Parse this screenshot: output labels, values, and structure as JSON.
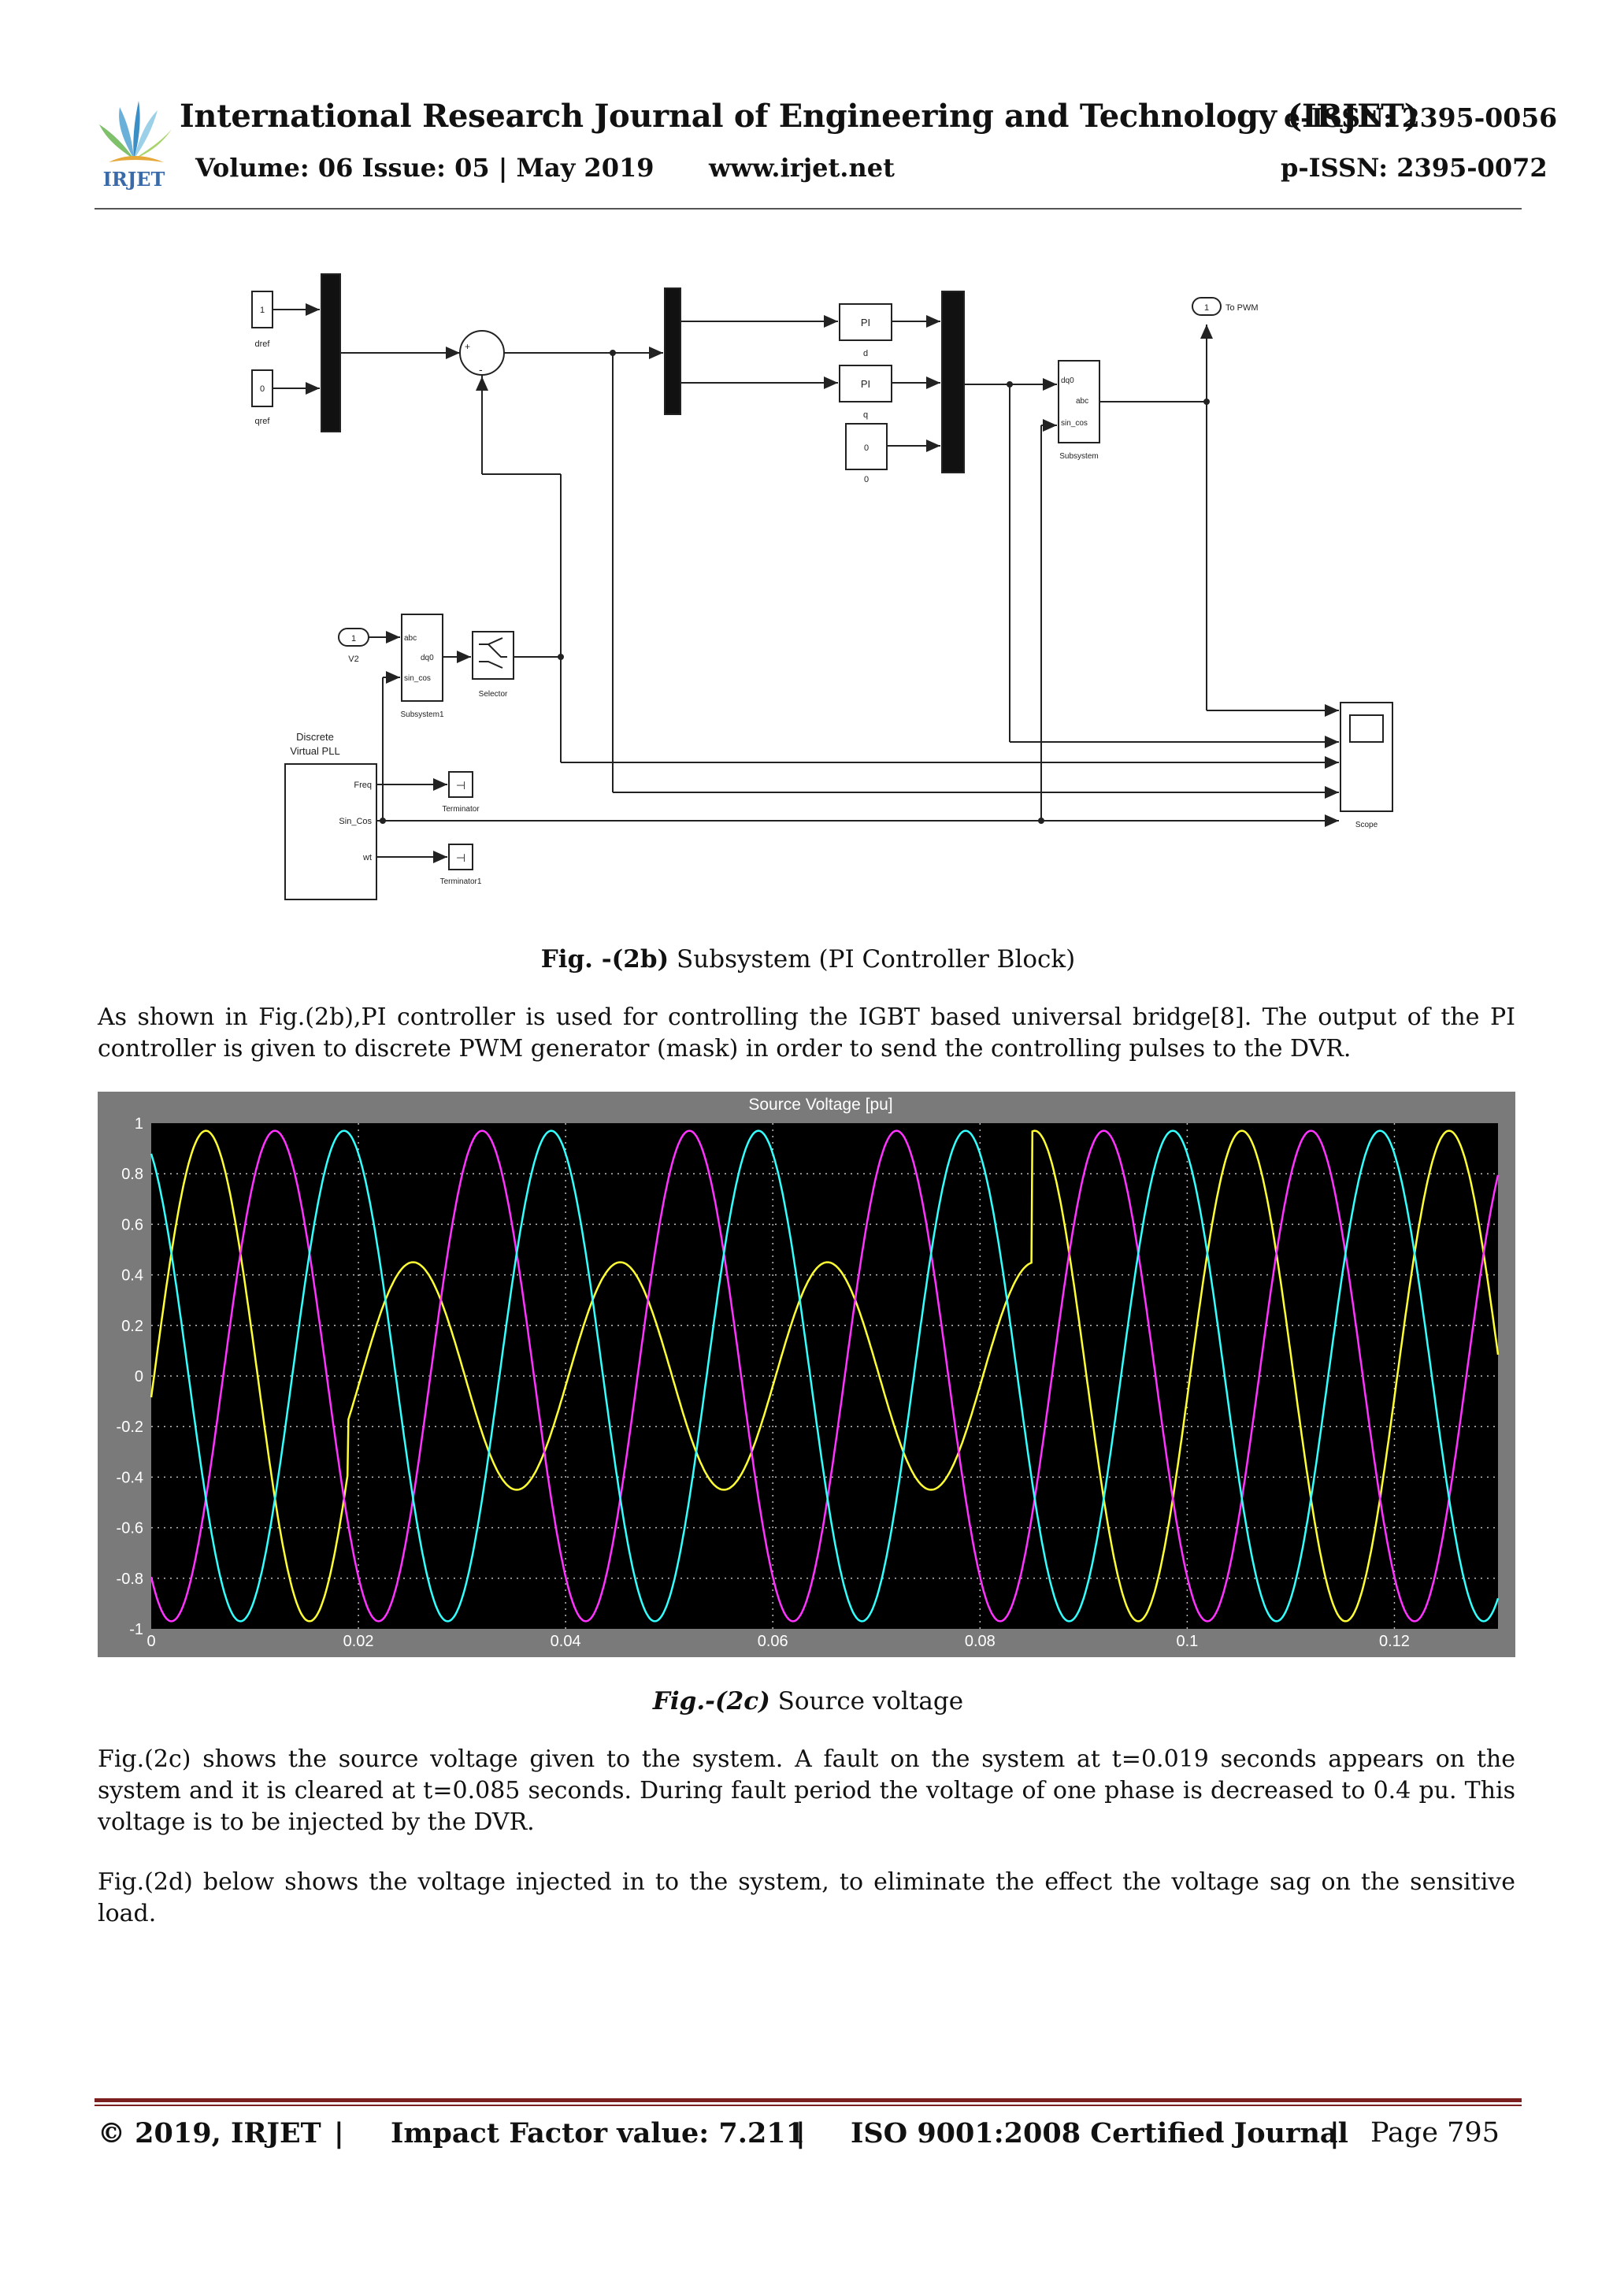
{
  "header": {
    "logo_text": "IRJET",
    "journal_title": "International Research Journal of Engineering and Technology (IRJET)",
    "e_issn": "e-ISSN: 2395-0056",
    "volume": "Volume: 06 Issue: 05 | May 2019",
    "website": "www.irjet.net",
    "p_issn": "p-ISSN: 2395-0072"
  },
  "diagram": {
    "dref_value": "1",
    "dref_label": "dref",
    "qref_value": "0",
    "qref_label": "qref",
    "pi_label": "PI",
    "d_label": "d",
    "q_label": "q",
    "zero_value": "0",
    "zero_label": "0",
    "out_port_num": "1",
    "out_port_label": "To PWM",
    "subsystem_in1": "dq0",
    "subsystem_in2": "sin_cos",
    "subsystem_out": "abc",
    "subsystem_label": "Subsystem",
    "v2_port_num": "1",
    "v2_label": "V2",
    "subsystem1_in1": "abc",
    "subsystem1_in2": "sin_cos",
    "subsystem1_out": "dq0",
    "subsystem1_label": "Subsystem1",
    "selector_label": "Selector",
    "pll_title_1": "Discrete",
    "pll_title_2": "Virtual PLL",
    "pll_freq": "Freq",
    "pll_sincos": "Sin_Cos",
    "pll_wt": "wt",
    "terminator_label": "Terminator",
    "terminator1_label": "Terminator1",
    "scope_label": "Scope",
    "sum_plus": "+",
    "sum_minus": "-"
  },
  "fig2b_caption": {
    "bold": "Fig. -(2b)",
    "text": " Subsystem (PI Controller Block)"
  },
  "para1": "As shown in Fig.(2b),PI controller is used for controlling the IGBT based universal bridge[8]. The output of the PI controller is given to discrete PWM generator (mask) in order to send the controlling pulses to the DVR.",
  "chart_data": {
    "type": "line",
    "title": "Source Voltage [pu]",
    "xlabel": "",
    "ylabel": "",
    "xlim": [
      0,
      0.13
    ],
    "ylim": [
      -1,
      1
    ],
    "x_ticks": [
      "0",
      "0.02",
      "0.04",
      "0.06",
      "0.08",
      "0.1",
      "0.12"
    ],
    "y_ticks": [
      "1",
      "0.8",
      "0.6",
      "0.4",
      "0.2",
      "0",
      "-0.2",
      "-0.4",
      "-0.6",
      "-0.8",
      "-1"
    ],
    "grid": true,
    "frequency_hz": 50,
    "fault_start": 0.019,
    "fault_end": 0.085,
    "sag_amplitude": 0.45,
    "series": [
      {
        "color": "#ffff33",
        "amplitude": 0.97,
        "phase_deg": -5
      },
      {
        "color": "#ff33ff",
        "amplitude": 0.97,
        "phase_deg": -125
      },
      {
        "color": "#33ffff",
        "amplitude": 0.97,
        "phase_deg": 115
      }
    ]
  },
  "fig2c_caption": {
    "bold": "Fig.-(2c)",
    "text": " Source voltage"
  },
  "para2": "Fig.(2c) shows the source voltage given to the system. A fault on the system at t=0.019 seconds appears on the system and it is cleared at t=0.085 seconds. During fault period the voltage of one phase is decreased to 0.4 pu. This voltage is to be injected by the DVR.",
  "para3": "Fig.(2d) below shows the voltage injected in to the system, to eliminate the effect the voltage sag on the sensitive load.",
  "footer": {
    "copyright": "© 2019, IRJET",
    "impact": "Impact Factor value: 7.211",
    "iso": "ISO 9001:2008 Certified Journal",
    "page": "Page 795",
    "sep": "|"
  }
}
